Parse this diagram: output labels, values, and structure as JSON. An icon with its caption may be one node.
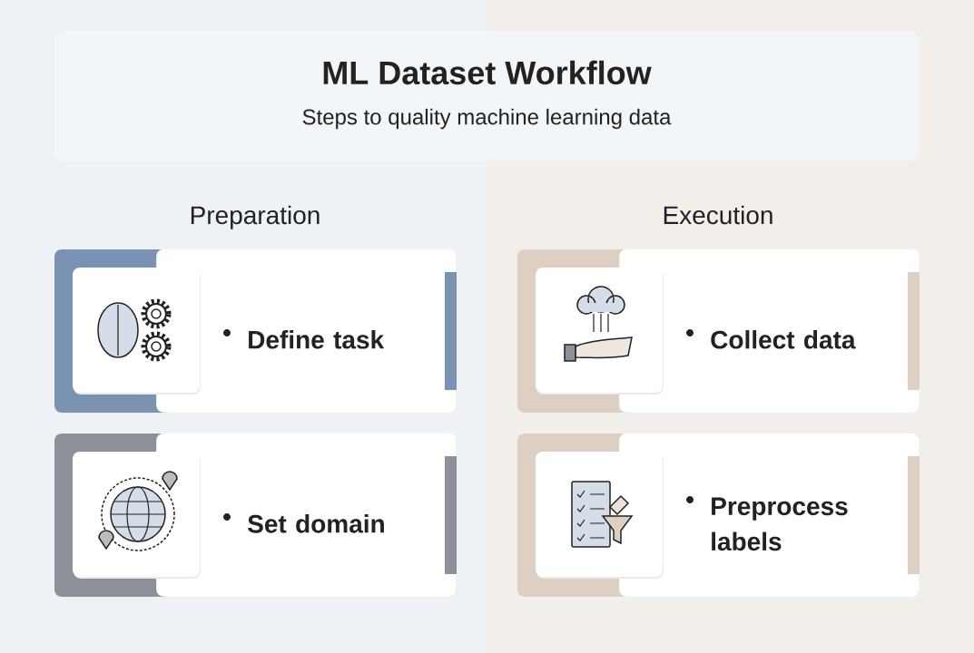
{
  "diagram": {
    "title": "ML Dataset Workflow",
    "nodes": [
      {
        "text": [
          "Define task"
        ]
      },
      {
        "text": [
          "Set domain"
        ]
      },
      {
        "text": [
          "Collect data"
        ]
      },
      {
        "text": [
          "Preprocess labels"
        ]
      }
    ],
    "labels": [
      "Steps to quality machine learning data",
      "Preparation",
      "Execution"
    ]
  }
}
